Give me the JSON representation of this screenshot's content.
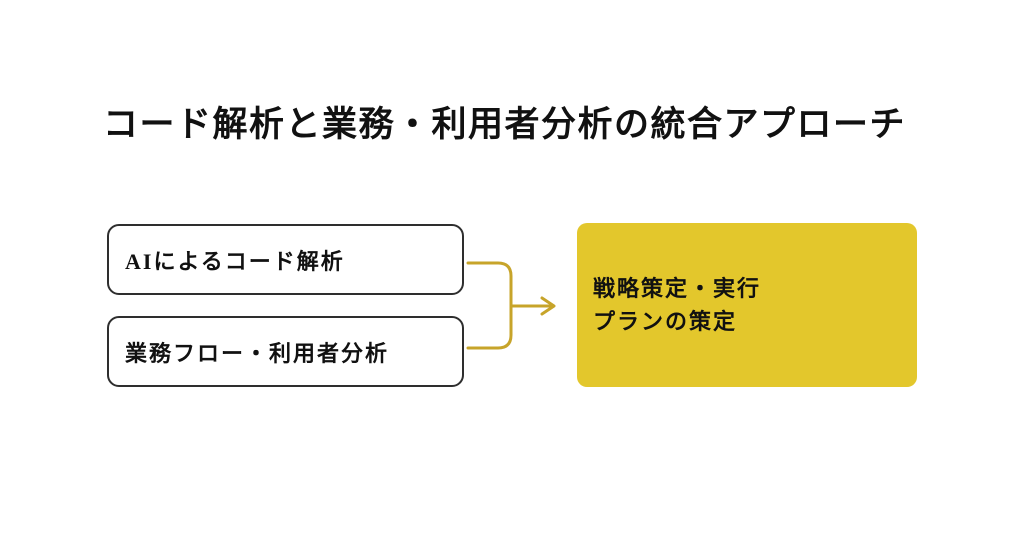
{
  "title": "コード解析と業務・利用者分析の統合アプローチ",
  "diagram": {
    "sources": [
      {
        "label": "AIによるコード解析"
      },
      {
        "label": "業務フロー・利用者分析"
      }
    ],
    "result": {
      "line1": "戦略策定・実行",
      "line2": "プランの策定"
    }
  },
  "colors": {
    "background": "#ffffff",
    "text": "#111111",
    "box_border": "#2e2e2e",
    "highlight_fill": "#e3c72c",
    "connector": "#c7a42a"
  }
}
